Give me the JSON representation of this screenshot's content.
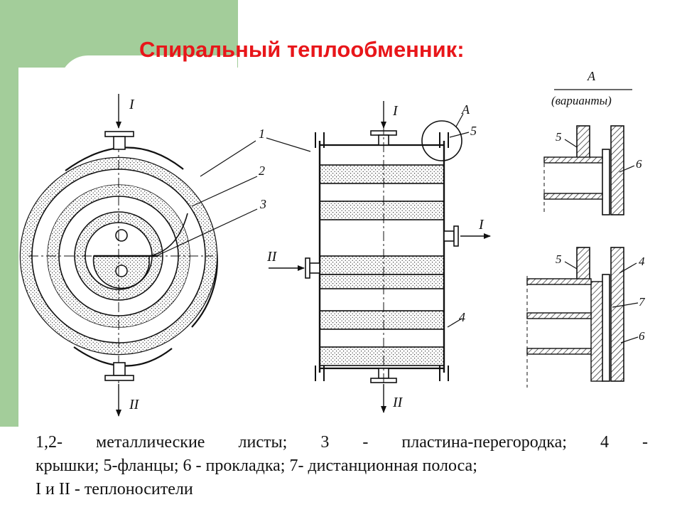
{
  "title": "Спиральный теплообменник:",
  "labels": {
    "flow1": "I",
    "flow2": "II",
    "n1": "1",
    "n2": "2",
    "n3": "3",
    "n4": "4",
    "n5": "5",
    "n6": "6",
    "n7": "7",
    "detailA": "A",
    "variants": "(варианты)"
  },
  "caption": {
    "line1": "1,2- металлические листы; 3 - пластина-перегородка; 4 -",
    "line2": "крышки; 5-фланцы; 6 - прокладка; 7- дистанционная полоса;",
    "line3": "I и II - теплоносители"
  }
}
